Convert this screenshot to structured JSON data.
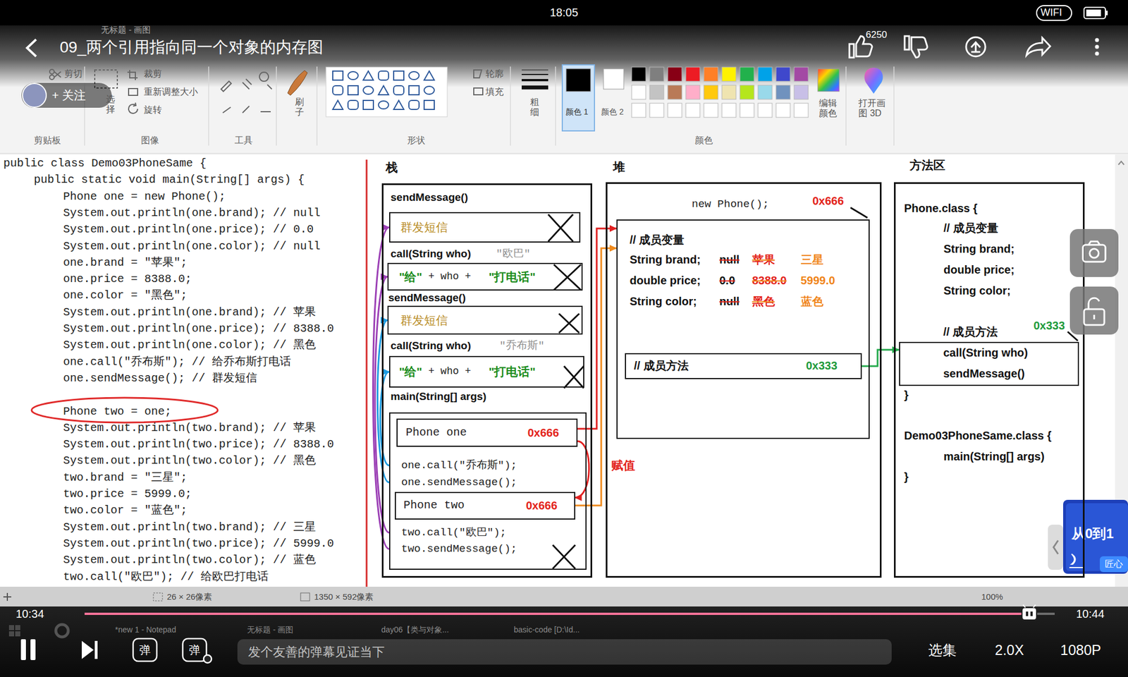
{
  "diagram": {
    "title": "09_两个引用指向同一个对象的内存图",
    "nodes": [
      {
        "text": [
          "栈"
        ]
      },
      {
        "text": [
          "sendMessage()",
          "群发短信"
        ],
        "in": 0
      },
      {
        "text": [
          "call(String who)",
          "\"欧巴\"",
          "\"给\"",
          "+ who +",
          "\"打电话\""
        ],
        "in": 0
      },
      {
        "text": [
          "sendMessage()",
          "群发短信"
        ],
        "in": 0
      },
      {
        "text": [
          "call(String who)",
          "\"乔布斯\"",
          "\"给\"",
          "+ who +",
          "\"打电话\""
        ],
        "in": 0
      },
      {
        "text": [
          "main(String[] args)",
          "one.call(\"乔布斯\");",
          "one.sendMessage();",
          "two.call(\"欧巴\");",
          "two.sendMessage();"
        ],
        "in": 0
      },
      {
        "text": [
          "Phone one",
          "0x666"
        ],
        "in": 5
      },
      {
        "text": [
          "Phone two",
          "0x666"
        ],
        "in": 5
      },
      {
        "text": [
          "堆"
        ]
      },
      {
        "text": [
          "new Phone();",
          "0x666",
          "// 成员变量",
          "String brand;",
          "null",
          "苹果",
          "三星",
          "double price;",
          "0.0",
          "8388.0",
          "5999.0",
          "String color;",
          "null",
          "黑色",
          "蓝色"
        ],
        "in": 8
      },
      {
        "text": [
          "// 成员方法",
          "0x333"
        ],
        "in": 9
      },
      {
        "text": [
          "方法区",
          "Phone.class {",
          "// 成员变量",
          "String brand;",
          "double price;",
          "String color;",
          "}",
          "Demo03PhoneSame.class {",
          "main(String[] args)",
          "}"
        ]
      },
      {
        "text": [
          "// 成员方法",
          "0x333",
          "call(String who)",
          "sendMessage()"
        ],
        "in": 11
      }
    ],
    "edges": [
      {
        "from": 5,
        "to": 1,
        "arrow": "to"
      },
      {
        "from": 5,
        "to": 2,
        "arrow": "to"
      },
      {
        "from": 5,
        "to": 3,
        "arrow": "to"
      },
      {
        "from": 5,
        "to": 4,
        "arrow": "to"
      },
      {
        "from": 6,
        "to": 9,
        "arrow": "to"
      },
      {
        "from": 7,
        "to": 9,
        "arrow": "to"
      },
      {
        "from": 6,
        "to": 7,
        "label": "赋值",
        "arrow": "to"
      },
      {
        "from": 10,
        "to": 12,
        "arrow": "to"
      }
    ],
    "labels": [
      "18:05",
      "WIFI",
      "无标题 - 画图",
      "6250",
      "+ 关注",
      "剪切",
      "裁剪",
      "重新调整大小",
      "旋转",
      "选择",
      "刷子",
      "轮廓",
      "填充",
      "粗细",
      "颜色 1",
      "颜色 2",
      "编辑颜色",
      "打开画图 3D",
      "剪贴板",
      "图像",
      "工具",
      "形状",
      "颜色",
      "public class Demo03PhoneSame {",
      "public static void main(String[] args) {",
      "Phone one = new Phone();",
      "System.out.println(one.brand); // null",
      "System.out.println(one.price); // 0.0",
      "System.out.println(one.color); // null",
      "one.brand = \"苹果\";",
      "one.price = 8388.0;",
      "one.color = \"黑色\";",
      "System.out.println(one.brand); // 苹果",
      "System.out.println(one.price); // 8388.0",
      "System.out.println(one.color); // 黑色",
      "one.call(\"乔布斯\"); // 给乔布斯打电话",
      "one.sendMessage(); // 群发短信",
      "Phone two = one;",
      "System.out.println(two.brand); // 苹果",
      "System.out.println(two.price); // 8388.0",
      "System.out.println(two.color); // 黑色",
      "two.brand = \"三星\";",
      "two.price = 5999.0;",
      "two.color = \"蓝色\";",
      "System.out.println(two.brand); // 三星",
      "System.out.println(two.price); // 5999.0",
      "System.out.println(two.color); // 蓝色",
      "two.call(\"欧巴\"); // 给欧巴打电话",
      "26 × 26像素",
      "1350 × 592像素",
      "100%",
      "10:34",
      "10:44",
      "*new 1 - Notepad",
      "无标题 - 画图",
      "day06【类与对象...",
      "basic-code [D:\\Id...",
      "弹",
      "弹",
      "发个友善的弹幕见证当下",
      "选集",
      "2.0X",
      "1080P",
      "从0到1",
      "匠心"
    ]
  }
}
